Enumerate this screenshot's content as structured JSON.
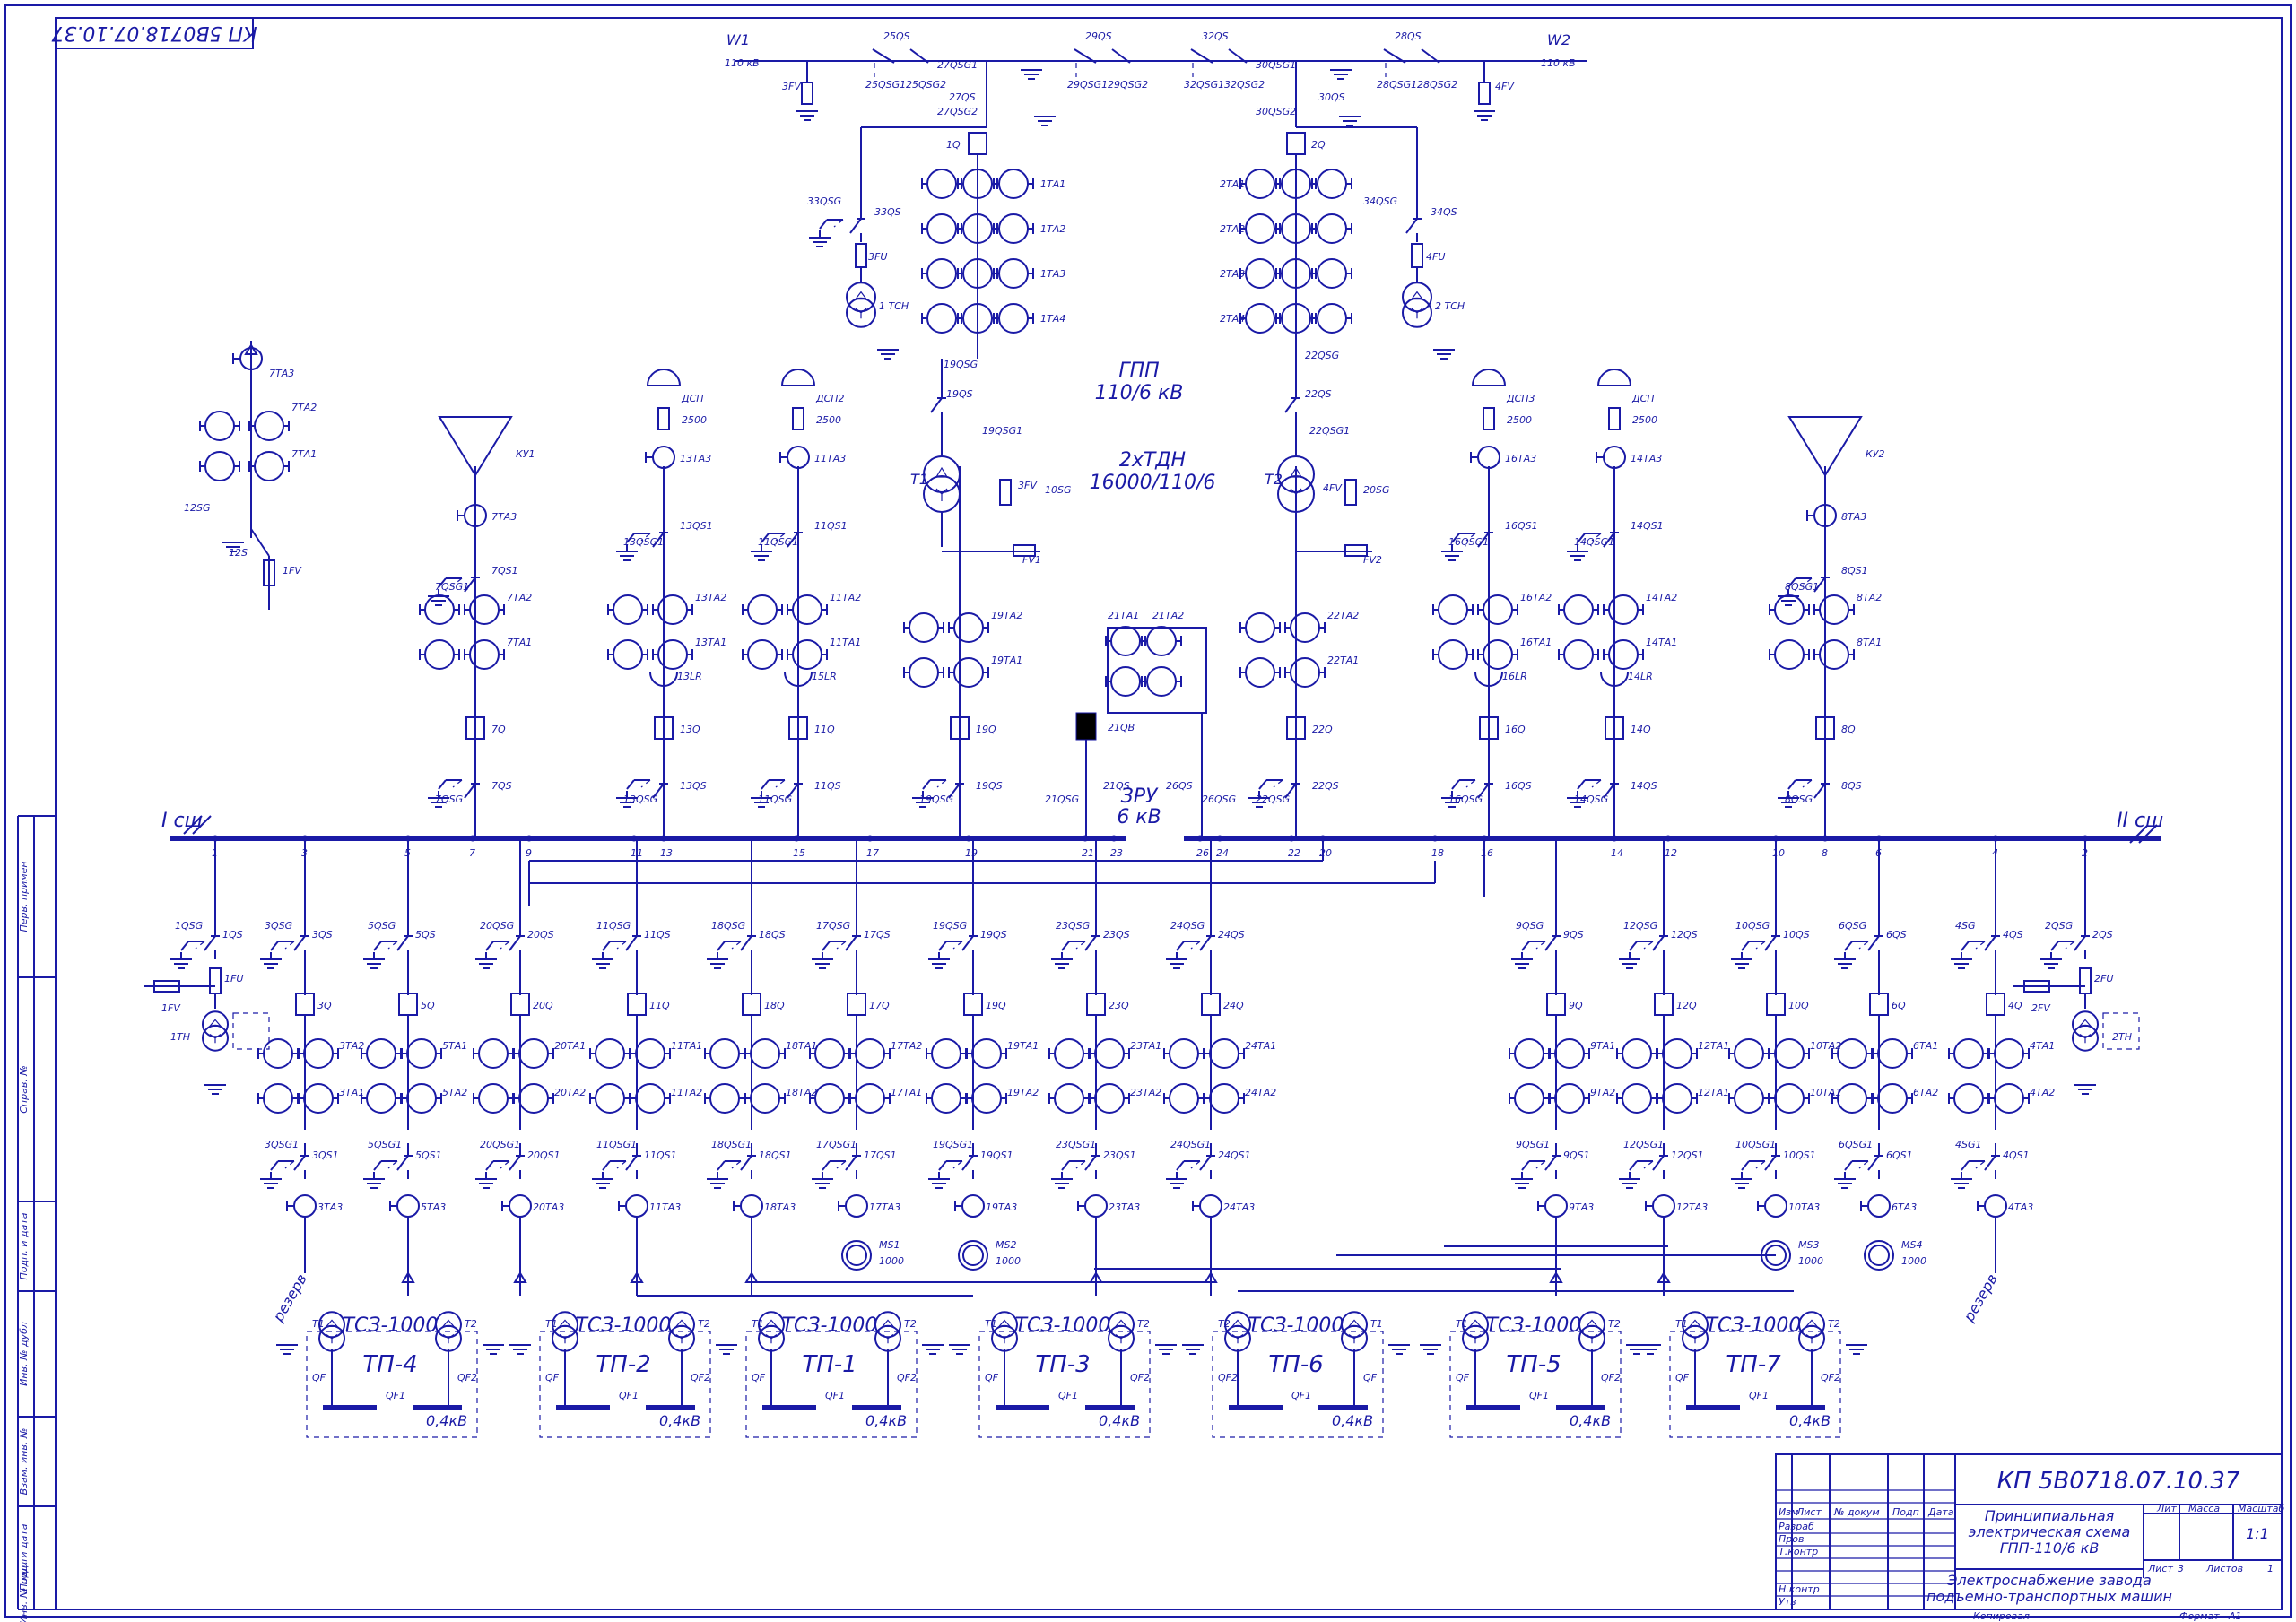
{
  "drawing": {
    "code": "КП 5В0718.07.10.37",
    "code_mirrored": "КП 5В0718.07.10.37",
    "title_lines": [
      "Принципиальная",
      "электрическая схема",
      "ГПП-110/6 кВ"
    ],
    "project_lines": [
      "Электроснабжение завода",
      "подъемно-транспортных машин"
    ],
    "stage_header": "Лит",
    "mass_header": "Масса",
    "scale_header": "Масштаб",
    "scale_value": "1:1",
    "sheet_label": "Лист",
    "sheet_no": "3",
    "sheets_label": "Листов",
    "sheets_total": "1",
    "copied": "Копировал",
    "format_label": "Формат",
    "format_value": "А1",
    "stamp_header": [
      "Изм",
      "Лист",
      "№ докум",
      "Подп",
      "Дата"
    ],
    "stamp_roles": [
      "Разраб",
      "Пров",
      "Т.контр",
      "Н.контр",
      "Утв"
    ],
    "side_labels": [
      "Перв. примен",
      "Справ. №",
      "Подп. и дата",
      "Инв. № дубл",
      "Взам. инв. №",
      "Подп. и дата",
      "Инв. № подл"
    ]
  },
  "lines": {
    "w1": "W1",
    "w1_v": "110 кВ",
    "w2": "W2",
    "w2_v": "110 кВ",
    "top_switches": [
      "25QS",
      "29QS",
      "32QS",
      "28QS"
    ],
    "top_grounds": [
      "25QSG1",
      "25QSG2",
      "29QSG1",
      "29QSG2",
      "32QSG1",
      "32QSG2",
      "28QSG1",
      "28QSG2"
    ],
    "top_misc": [
      "27QSG1",
      "27QS",
      "27QSG2",
      "30QSG1",
      "30QS",
      "30QSG2"
    ],
    "arresters": [
      "3FV",
      "4FV"
    ]
  },
  "gpp": {
    "name": "ГПП",
    "voltage": "110/6 кВ",
    "trafo": "2хТДН",
    "trafo_rating": "16000/110/6",
    "zru": "ЗРУ",
    "zru_v": "6 кВ",
    "bus1": "I сш",
    "bus2": "II сш",
    "breakers_top": [
      "1Q",
      "2Q"
    ],
    "ct_left": [
      "1ТА1",
      "1ТА2",
      "1ТА3",
      "1ТА4"
    ],
    "ct_right": [
      "2ТА1",
      "2ТА2",
      "2ТА3",
      "2ТА4"
    ],
    "aux": {
      "left_qs": "33QS",
      "left_qsg": "33QSG",
      "left_fu": "3FU",
      "left_tsn": "1 ТСН",
      "right_qs": "34QS",
      "right_qsg": "34QSG",
      "right_fu": "4FU",
      "right_tsn": "2 ТСН"
    },
    "t1": "T1",
    "t2": "T2",
    "t1_labels": [
      "19QSG",
      "19QS",
      "19QSG1",
      "3FV",
      "10SG",
      "FV1"
    ],
    "t2_labels": [
      "22QSG",
      "22QS",
      "22QSG1",
      "4FV",
      "20SG",
      "FV2"
    ],
    "sect": {
      "ct": [
        "21ТА1",
        "21ТА2"
      ],
      "breaker": "21QB",
      "qs_left": "21QS",
      "qsg_left": "21QSG",
      "qs_right": "26QS",
      "qsg_right": "26QSG"
    }
  },
  "upper_feeders": [
    {
      "ct_top": "7ТА3",
      "ct": [
        "7ТА2",
        "7ТА1"
      ],
      "sg": "12SG",
      "qs": "12S",
      "fv": "1FV"
    },
    {
      "name": "КУ1",
      "ct_top": "7ТА3",
      "qs1": "7QS1",
      "qsg1": "7QSG1",
      "ct": [
        "7ТА2",
        "7ТА1"
      ],
      "q": "7Q",
      "qs": "7QS",
      "qsg": "7QSG"
    },
    {
      "name": "ДСП",
      "rating": "2500",
      "ct_top": "13ТА3",
      "qs1": "13QS1",
      "qsg1": "13QSG1",
      "ct": [
        "13ТА2",
        "13ТА1"
      ],
      "lr": "13LR",
      "q": "13Q",
      "qs": "13QS",
      "qsg": "13QSG"
    },
    {
      "name": "ДСП2",
      "rating": "2500",
      "ct_top": "11ТА3",
      "qs1": "11QS1",
      "qsg1": "11QSG1",
      "ct": [
        "11ТА2",
        "11ТА1"
      ],
      "lr": "15LR",
      "q": "11Q",
      "qs": "11QS",
      "qsg": "11QSG"
    },
    {
      "ct": [
        "19ТА2",
        "19ТА1"
      ],
      "q": "19Q",
      "qs": "19QS",
      "qsg": "19QSG"
    },
    {
      "ct": [
        "22ТА2",
        "22ТА1"
      ],
      "q": "22Q",
      "qs": "22QS",
      "qsg": "22QSG"
    },
    {
      "name": "ДСП3",
      "rating": "2500",
      "ct_top": "16ТА3",
      "qs1": "16QS1",
      "qsg1": "16QSG1",
      "ct": [
        "16ТА2",
        "16ТА1"
      ],
      "lr": "16LR",
      "q": "16Q",
      "qs": "16QS",
      "qsg": "16QSG"
    },
    {
      "name": "ДСП",
      "rating": "2500",
      "ct_top": "14ТА3",
      "qs1": "14QS1",
      "qsg1": "14QSG1",
      "ct": [
        "14ТА2",
        "14ТА1"
      ],
      "lr": "14LR",
      "q": "14Q",
      "qs": "14QS",
      "qsg": "14QSG"
    },
    {
      "name": "КУ2",
      "ct_top": "8ТА3",
      "qs1": "8QS1",
      "qsg1": "8QSG1",
      "ct": [
        "8ТА2",
        "8ТА1"
      ],
      "q": "8Q",
      "qs": "8QS",
      "qsg": "8QSG"
    }
  ],
  "bus_numbers": [
    "1",
    "3",
    "5",
    "7",
    "9",
    "11",
    "13",
    "15",
    "17",
    "19",
    "21",
    "23",
    "26",
    "24",
    "22",
    "20",
    "18",
    "16",
    "14",
    "12",
    "10",
    "8",
    "6",
    "4",
    "2"
  ],
  "lower_feeders": [
    {
      "qsg": "1QSG",
      "qs": "1QS",
      "fu": "1FU",
      "fv": "1FV",
      "tn": "1ТН"
    },
    {
      "qsg": "3QSG",
      "qs": "3QS",
      "q": "3Q",
      "ct": [
        "3ТА2",
        "3ТА1"
      ],
      "qsg1": "3QSG1",
      "qs1": "3QS1",
      "ct3": "3ТА3",
      "load": "резерв"
    },
    {
      "qsg": "5QSG",
      "qs": "5QS",
      "q": "5Q",
      "ct": [
        "5ТА1",
        "5ТА2"
      ],
      "qsg1": "5QSG1",
      "qs1": "5QS1",
      "ct3": "5ТА3"
    },
    {
      "qsg": "20QSG",
      "qs": "20QS",
      "q": "20Q",
      "ct": [
        "20ТА1",
        "20ТА2"
      ],
      "qsg1": "20QSG1",
      "qs1": "20QS1",
      "ct3": "20ТА3"
    },
    {
      "qsg": "11QSG",
      "qs": "11QS",
      "q": "11Q",
      "ct": [
        "11ТА1",
        "11ТА2"
      ],
      "qsg1": "11QSG1",
      "qs1": "11QS1",
      "ct3": "11ТА3"
    },
    {
      "qsg": "18QSG",
      "qs": "18QS",
      "q": "18Q",
      "ct": [
        "18ТА1",
        "18ТА2"
      ],
      "qsg1": "18QSG1",
      "qs1": "18QS1",
      "ct3": "18ТА3"
    },
    {
      "qsg": "17QSG",
      "qs": "17QS",
      "q": "17Q",
      "ct": [
        "17ТА2",
        "17ТА1"
      ],
      "qsg1": "17QSG1",
      "qs1": "17QS1",
      "ct3": "17ТА3",
      "motor": "MS1",
      "motor_rating": "1000"
    },
    {
      "qsg": "19QSG",
      "qs": "19QS",
      "q": "19Q",
      "ct": [
        "19ТА1",
        "19ТА2"
      ],
      "qsg1": "19QSG1",
      "qs1": "19QS1",
      "ct3": "19ТА3",
      "motor": "MS2",
      "motor_rating": "1000"
    },
    {
      "qsg": "23QSG",
      "qs": "23QS",
      "q": "23Q",
      "ct": [
        "23ТА1",
        "23ТА2"
      ],
      "qsg1": "23QSG1",
      "qs1": "23QS1",
      "ct3": "23ТА3"
    },
    {
      "qsg": "24QSG",
      "qs": "24QS",
      "q": "24Q",
      "ct": [
        "24ТА1",
        "24ТА2"
      ],
      "qsg1": "24QSG1",
      "qs1": "24QS1",
      "ct3": "24ТА3"
    },
    {
      "qsg": "9QSG",
      "qs": "9QS",
      "q": "9Q",
      "ct": [
        "9ТА1",
        "9ТА2"
      ],
      "qsg1": "9QSG1",
      "qs1": "9QS1",
      "ct3": "9ТА3"
    },
    {
      "qsg": "12QSG",
      "qs": "12QS",
      "q": "12Q",
      "ct": [
        "12ТА1",
        "12ТА1"
      ],
      "qsg1": "12QSG1",
      "qs1": "12QS1",
      "ct3": "12ТА3"
    },
    {
      "qsg": "10QSG",
      "qs": "10QS",
      "q": "10Q",
      "ct": [
        "10ТА2",
        "10ТА1"
      ],
      "qsg1": "10QSG1",
      "qs1": "10QS1",
      "ct3": "10ТА3",
      "motor": "MS3",
      "motor_rating": "1000"
    },
    {
      "qsg": "6QSG",
      "qs": "6QS",
      "q": "6Q",
      "ct": [
        "6ТА1",
        "6ТА2"
      ],
      "qsg1": "6QSG1",
      "qs1": "6QS1",
      "ct3": "6ТА3",
      "motor": "MS4",
      "motor_rating": "1000"
    },
    {
      "qsg": "4SG",
      "qs": "4QS",
      "q": "4Q",
      "ct": [
        "4ТА1",
        "4ТА2"
      ],
      "qsg1": "4SG1",
      "qs1": "4QS1",
      "ct3": "4ТА3",
      "load": "резерв"
    },
    {
      "qsg": "2QSG",
      "qs": "2QS",
      "fu": "2FU",
      "fv": "2FV",
      "tn": "2ТН"
    }
  ],
  "substations": [
    {
      "name": "ТП-4",
      "trafo": "ТСЗ-1000",
      "t_left": "Т1",
      "t_right": "Т2",
      "qf_left": "QF",
      "qf_right": "QF2",
      "qf_mid": "QF1",
      "lv": "0,4кВ"
    },
    {
      "name": "ТП-2",
      "trafo": "ТСЗ-1000",
      "t_left": "Т1",
      "t_right": "Т2",
      "qf_left": "QF",
      "qf_right": "QF2",
      "qf_mid": "QF1",
      "lv": "0,4кВ"
    },
    {
      "name": "ТП-1",
      "trafo": "ТСЗ-1000",
      "t_left": "Т1",
      "t_right": "Т2",
      "qf_left": "QF",
      "qf_right": "QF2",
      "qf_mid": "QF1",
      "lv": "0,4кВ"
    },
    {
      "name": "ТП-3",
      "trafo": "ТСЗ-1000",
      "t_left": "Т1",
      "t_right": "Т2",
      "qf_left": "QF",
      "qf_right": "QF2",
      "qf_mid": "QF1",
      "lv": "0,4кВ"
    },
    {
      "name": "ТП-6",
      "trafo": "ТСЗ-1000",
      "t_left": "Т2",
      "t_right": "Т1",
      "qf_left": "QF2",
      "qf_right": "QF",
      "qf_mid": "QF1",
      "lv": "0,4кВ"
    },
    {
      "name": "ТП-5",
      "trafo": "ТСЗ-1000",
      "t_left": "Т1",
      "t_right": "Т2",
      "qf_left": "QF",
      "qf_right": "QF2",
      "qf_mid": "QF1",
      "lv": "0,4кВ"
    },
    {
      "name": "ТП-7",
      "trafo": "ТСЗ-1000",
      "t_left": "Т1",
      "t_right": "Т2",
      "qf_left": "QF",
      "qf_right": "QF2",
      "qf_mid": "QF1",
      "lv": "0,4кВ"
    }
  ],
  "colors": {
    "ink": "#1a1aa6",
    "paper": "#ffffff"
  }
}
